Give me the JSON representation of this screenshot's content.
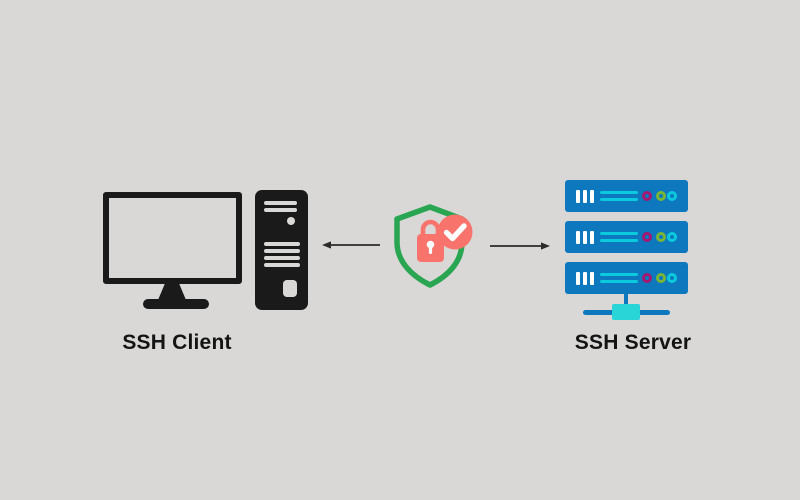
{
  "client": {
    "label": "SSH Client",
    "icon": "desktop-computer-icon"
  },
  "server": {
    "label": "SSH Server",
    "icon": "server-rack-icon",
    "units": 3
  },
  "connection": {
    "left_arrow": "arrow-pointing-left",
    "right_arrow": "arrow-pointing-right",
    "security_icon": "shield-lock-check-icon"
  },
  "colors": {
    "background": "#d9d8d6",
    "icon-black": "#1a1a1a",
    "shield-green": "#2aa653",
    "lock-coral": "#f8736b",
    "server-blue": "#0e78bf",
    "server-cyan": "#0ccadd",
    "ring-magenta": "#a5186f",
    "ring-green": "#7ab535",
    "node-cyan": "#2ad5d8",
    "label-text": "#141414",
    "arrow-black": "#2b2b2b"
  }
}
